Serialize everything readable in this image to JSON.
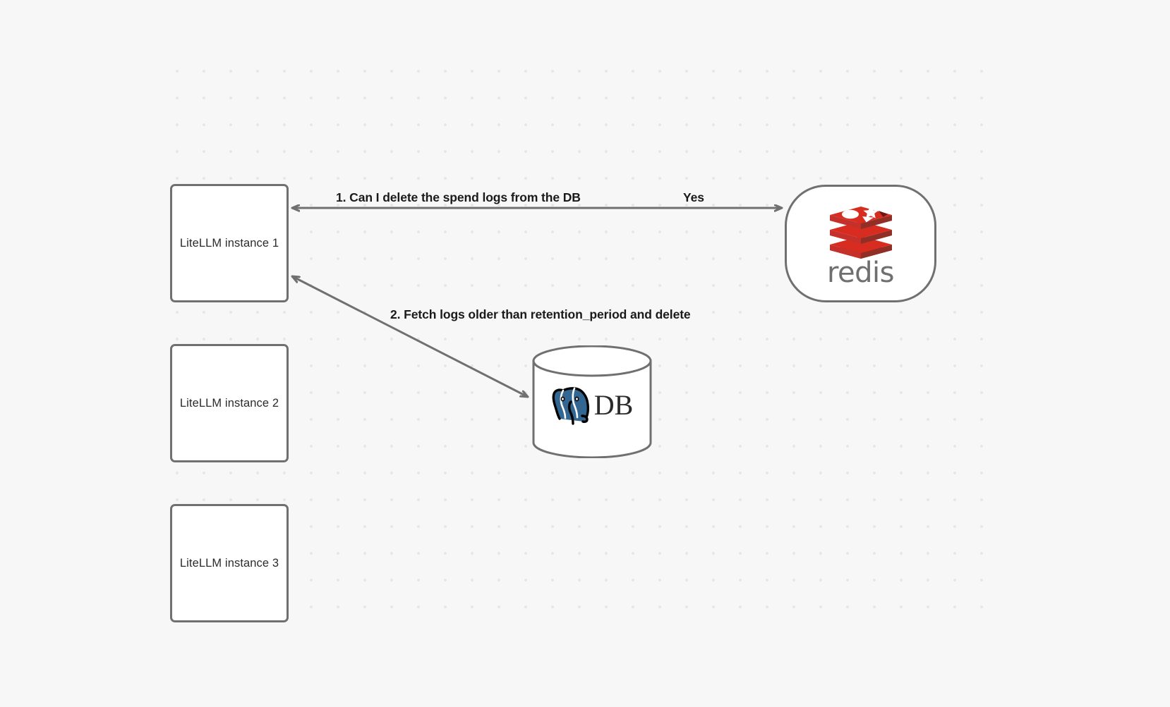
{
  "canvas": {
    "background_color": "#F7F7F7",
    "grid_dot_color": "#E6E7E8",
    "stroke_color": "#707070"
  },
  "nodes": {
    "litellm_1": {
      "label": "LiteLLM instance 1"
    },
    "litellm_2": {
      "label": "LiteLLM instance 2"
    },
    "litellm_3": {
      "label": "LiteLLM instance 3"
    },
    "redis": {
      "label": "redis",
      "brand_color": "#D82C20",
      "wordmark_color": "#6F6F6F"
    },
    "database": {
      "label": "DB",
      "logo_color": "#336791"
    }
  },
  "edges": {
    "step_1_label": "1.  Can I delete the spend logs from the DB",
    "step_1_response": "Yes",
    "step_2_label": "2.  Fetch logs older than retention_period and delete"
  }
}
